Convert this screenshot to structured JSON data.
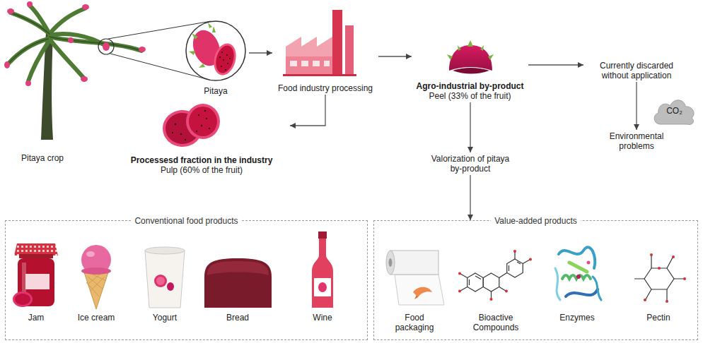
{
  "diagram": {
    "nodes": [
      {
        "text": [
          "Pitaya crop"
        ]
      },
      {
        "text": [
          "Pitaya"
        ]
      },
      {
        "text": [
          "Food industry processing"
        ]
      },
      {
        "text": [
          "Agro-industrial by-product",
          "Peel (33% of the fruit)"
        ]
      },
      {
        "text": [
          "Currently discarded without application"
        ]
      },
      {
        "text": [
          "CO₂"
        ]
      },
      {
        "text": [
          "Environmental problems"
        ]
      },
      {
        "text": [
          "Processesd fraction in the industry",
          "Pulp (60% of the fruit)"
        ]
      },
      {
        "text": [
          "Valorization of pitaya by-product"
        ]
      },
      {
        "text": [
          "Conventional food products"
        ]
      },
      {
        "text": [
          "Jam"
        ],
        "in": 9
      },
      {
        "text": [
          "Ice cream"
        ],
        "in": 9
      },
      {
        "text": [
          "Yogurt"
        ],
        "in": 9
      },
      {
        "text": [
          "Bread"
        ],
        "in": 9
      },
      {
        "text": [
          "Wine"
        ],
        "in": 9
      },
      {
        "text": [
          "Value-added products"
        ]
      },
      {
        "text": [
          "Food packaging"
        ],
        "in": 15
      },
      {
        "text": [
          "Bioactive Compounds"
        ],
        "in": 15
      },
      {
        "text": [
          "Enzymes"
        ],
        "in": 15
      },
      {
        "text": [
          "Pectin"
        ],
        "in": 15
      }
    ],
    "edges": [
      {
        "from": 1,
        "to": 2,
        "arrow": "to"
      },
      {
        "from": 2,
        "to": 3,
        "arrow": "to"
      },
      {
        "from": 3,
        "to": 4,
        "arrow": "to"
      },
      {
        "from": 4,
        "to": 6,
        "arrow": "to"
      },
      {
        "from": 2,
        "to": 7,
        "arrow": "to"
      },
      {
        "from": 3,
        "to": 8,
        "arrow": "to"
      },
      {
        "from": 8,
        "to": 15,
        "arrow": "to"
      }
    ]
  }
}
